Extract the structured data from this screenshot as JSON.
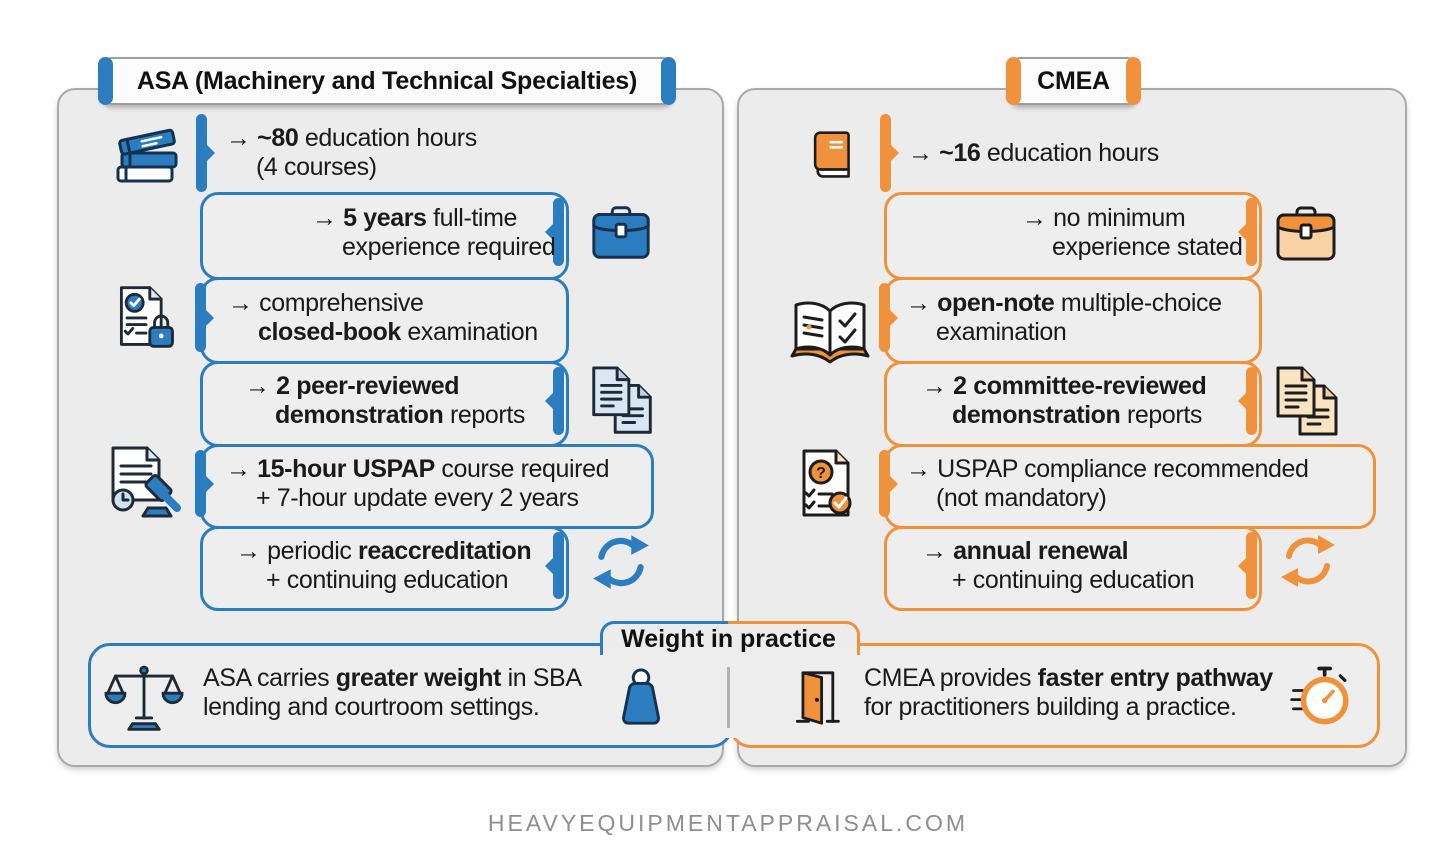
{
  "page": {
    "footer": "HEAVYEQUIPMENTAPPRAISAL.COM"
  },
  "colors": {
    "asa_blue": "#2B7DC0",
    "cmea_orange": "#F0913B",
    "panel_bg": "#ececec",
    "text": "#1A1A1A",
    "footer_gray": "#8E8E8E"
  },
  "weight_section": {
    "label": "Weight in practice"
  },
  "asa": {
    "title": "ASA (Machinery and Technical Specialties)",
    "items": [
      {
        "icon": "books-icon",
        "lines": [
          [
            [
              "→ ",
              0
            ],
            [
              "~80",
              1
            ],
            [
              " education hours",
              0
            ]
          ],
          [
            [
              "(4 courses)",
              0
            ]
          ]
        ]
      },
      {
        "icon": "briefcase-icon",
        "lines": [
          [
            [
              "→ ",
              0
            ],
            [
              "5 years",
              1
            ],
            [
              " full-time",
              0
            ]
          ],
          [
            [
              "experience required",
              0
            ]
          ]
        ]
      },
      {
        "icon": "exam-lock-icon",
        "lines": [
          [
            [
              "→ comprehensive",
              0
            ]
          ],
          [
            [
              "closed-book",
              1
            ],
            [
              " examination",
              0
            ]
          ]
        ]
      },
      {
        "icon": "reports-icon",
        "lines": [
          [
            [
              "→ ",
              0
            ],
            [
              "2 peer-reviewed",
              1
            ]
          ],
          [
            [
              "demonstration",
              1
            ],
            [
              " reports",
              0
            ]
          ]
        ]
      },
      {
        "icon": "uspap-gavel-icon",
        "lines": [
          [
            [
              "→ ",
              0
            ],
            [
              "15-hour USPAP",
              1
            ],
            [
              " course required",
              0
            ]
          ],
          [
            [
              "+ 7-hour update every 2 years",
              0
            ]
          ]
        ]
      },
      {
        "icon": "renewal-icon",
        "lines": [
          [
            [
              "→ periodic ",
              0
            ],
            [
              "reaccreditation",
              1
            ]
          ],
          [
            [
              "+ continuing education",
              0
            ]
          ]
        ]
      }
    ],
    "note": {
      "icon_left": "scales-icon",
      "icon_right": "weight-icon",
      "lines": [
        [
          [
            "ASA carries ",
            0
          ],
          [
            "greater weight",
            1
          ],
          [
            " in SBA",
            0
          ]
        ],
        [
          [
            "lending and courtroom settings.",
            0
          ]
        ]
      ]
    }
  },
  "cmea": {
    "title": "CMEA",
    "items": [
      {
        "icon": "book-icon",
        "lines": [
          [
            [
              "→ ",
              0
            ],
            [
              "~16",
              1
            ],
            [
              " education hours",
              0
            ]
          ]
        ]
      },
      {
        "icon": "briefcase-icon",
        "lines": [
          [
            [
              "→ no minimum",
              0
            ]
          ],
          [
            [
              "experience stated",
              0
            ]
          ]
        ]
      },
      {
        "icon": "open-book-check-icon",
        "lines": [
          [
            [
              "→ ",
              0
            ],
            [
              "open-note",
              1
            ],
            [
              " multiple-choice",
              0
            ]
          ],
          [
            [
              "examination",
              0
            ]
          ]
        ]
      },
      {
        "icon": "reports-icon",
        "lines": [
          [
            [
              "→ ",
              0
            ],
            [
              "2 committee-reviewed",
              1
            ]
          ],
          [
            [
              "demonstration",
              1
            ],
            [
              " reports",
              0
            ]
          ]
        ]
      },
      {
        "icon": "question-check-doc-icon",
        "lines": [
          [
            [
              "→ USPAP compliance recommended",
              0
            ]
          ],
          [
            [
              "(not mandatory)",
              0
            ]
          ]
        ]
      },
      {
        "icon": "renewal-icon",
        "lines": [
          [
            [
              "→ ",
              0
            ],
            [
              "annual renewal",
              1
            ]
          ],
          [
            [
              "+ continuing education",
              0
            ]
          ]
        ]
      }
    ],
    "note": {
      "icon_left": "door-icon",
      "icon_right": "stopwatch-icon",
      "lines": [
        [
          [
            "CMEA provides ",
            0
          ],
          [
            "faster entry pathway",
            1
          ]
        ],
        [
          [
            "for practitioners building a practice.",
            0
          ]
        ]
      ]
    }
  }
}
